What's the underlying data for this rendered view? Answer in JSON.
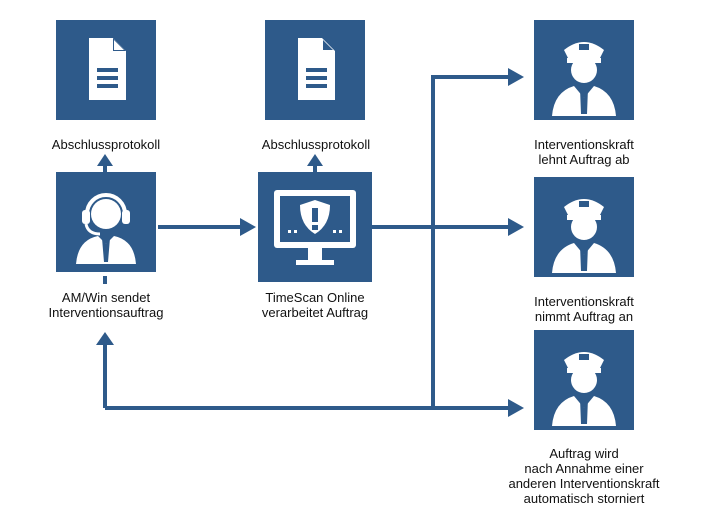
{
  "colors": {
    "box": "#2e5a8a",
    "line": "#2e5a8a",
    "icon": "#ffffff"
  },
  "nodes": {
    "protocol_left": {
      "label": "Abschlussprotokoll",
      "icon": "document-icon"
    },
    "protocol_mid": {
      "label": "Abschlussprotokoll",
      "icon": "document-icon"
    },
    "operator": {
      "line1": "AM/Win sendet",
      "line2": "Interventionsauftrag",
      "icon": "headset-operator-icon"
    },
    "timescan": {
      "line1": "TimeScan Online",
      "line2": "verarbeitet Auftrag",
      "icon": "monitor-shield-icon"
    },
    "guard_reject": {
      "line1": "Interventionskraft",
      "line2": "lehnt Auftrag ab",
      "icon": "security-guard-icon"
    },
    "guard_accept": {
      "line1": "Interventionskraft",
      "line2": "nimmt Auftrag an",
      "icon": "security-guard-icon"
    },
    "guard_cancel": {
      "line1": "Auftrag wird",
      "line2": "nach Annahme einer",
      "line3": "anderen Interventionskraft",
      "line4": "automatisch storniert",
      "icon": "security-guard-icon"
    }
  }
}
